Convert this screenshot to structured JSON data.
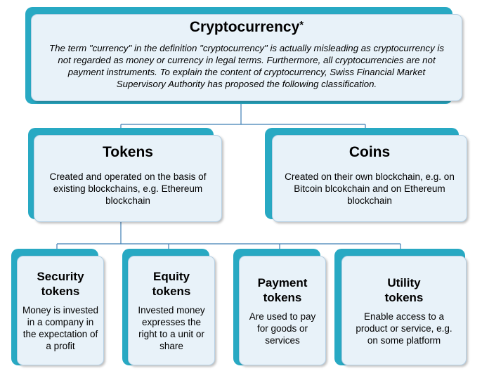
{
  "root": {
    "title": "Cryptocurrency",
    "marker": "*",
    "description": "The term \"currency\" in the definition \"cryptocurrency\" is actually misleading as cryptocurrency is not regarded as money or currency in legal terms. Furthermore, all cryptocurrencies are not payment instruments. To explain the content of cryptocurrency, Swiss Financial Market Supervisory Authority has proposed the following classification."
  },
  "level2": [
    {
      "title": "Tokens",
      "description": "Created and operated on the basis of existing blockchains, e.g. Ethereum blockchain"
    },
    {
      "title": "Coins",
      "description": "Created on their own blockchain, e.g. on Bitcoin blcokchain and on Ethereum blockchain"
    }
  ],
  "level3": [
    {
      "title": "Security tokens",
      "description": "Money is invested in a company in the expectation of a profit"
    },
    {
      "title": "Equity tokens",
      "description": "Invested money expresses the right to a unit or share"
    },
    {
      "title": "Payment tokens",
      "description": "Are used to pay for goods or services"
    },
    {
      "title": "Utility tokens",
      "description": "Enable access to a product or service, e.g. on some platform"
    }
  ],
  "colors": {
    "accent": "#28a9c3",
    "box_fill": "#e8f2f9",
    "connector": "#3f7fb5"
  }
}
